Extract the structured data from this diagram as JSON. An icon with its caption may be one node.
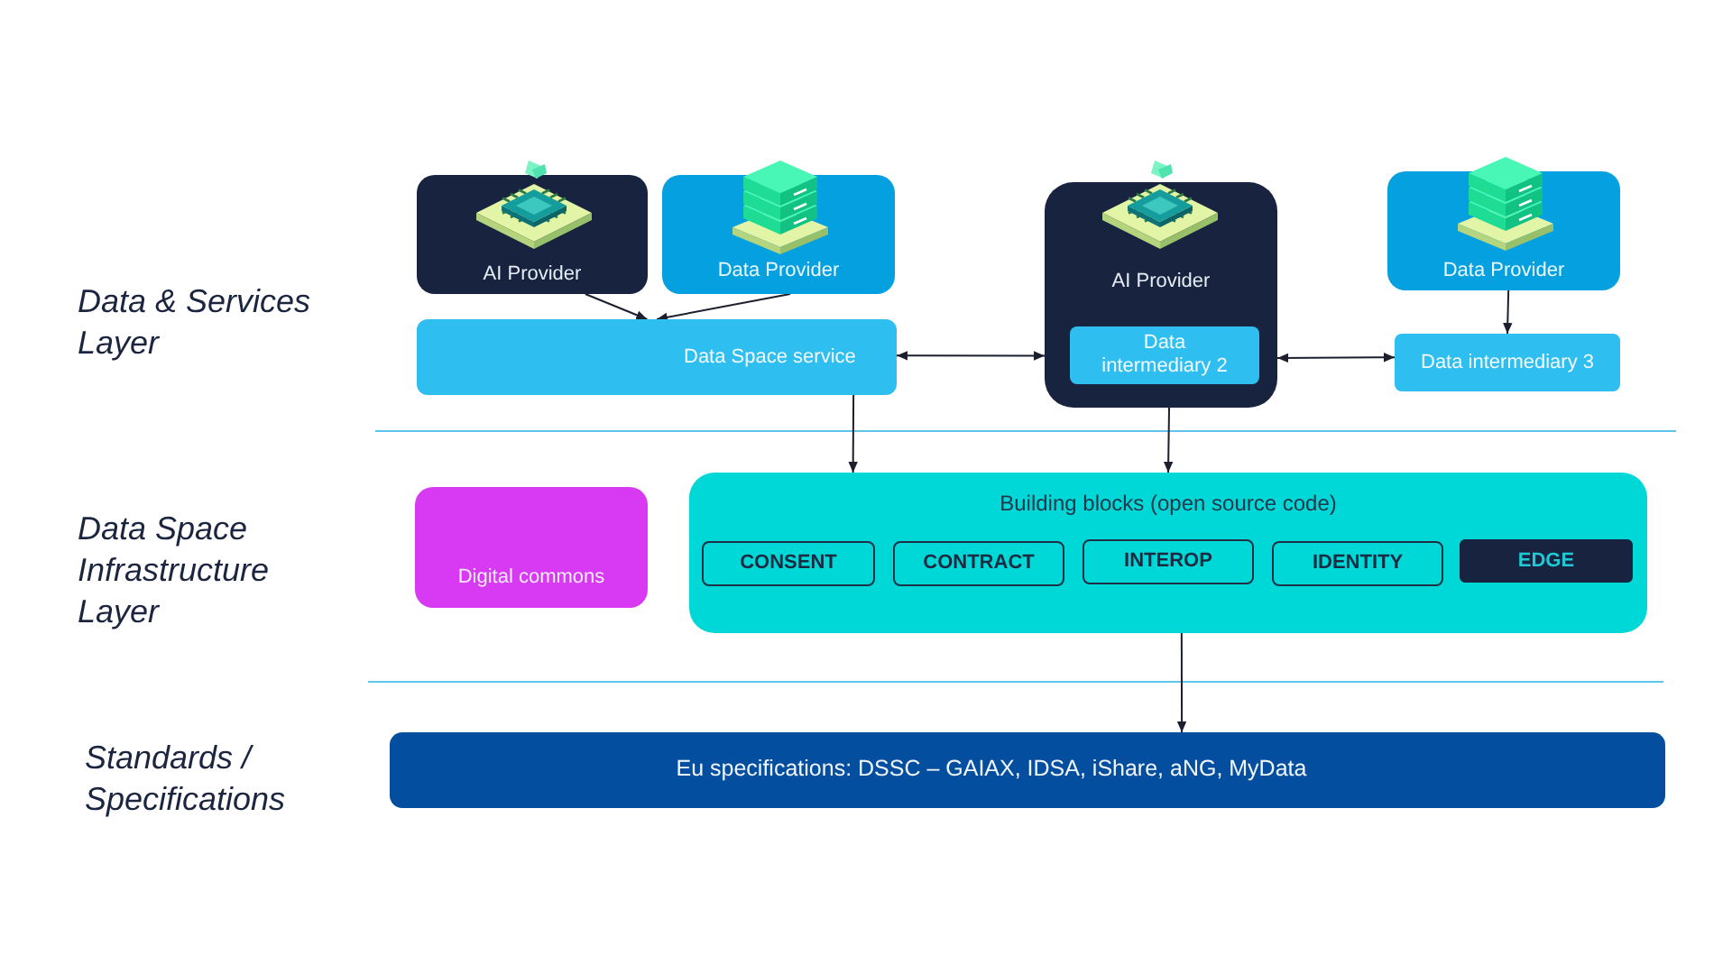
{
  "diagram": {
    "nodes": [
      {
        "text": [
          "AI Provider"
        ]
      },
      {
        "text": [
          "Data Provider"
        ]
      },
      {
        "text": [
          "Data Space service"
        ]
      },
      {
        "text": [
          "AI Provider"
        ]
      },
      {
        "text": [
          "Data intermediary 2"
        ],
        "in": 3
      },
      {
        "text": [
          "Data Provider"
        ]
      },
      {
        "text": [
          "Data intermediary 3"
        ]
      },
      {
        "text": [
          "Digital commons"
        ]
      },
      {
        "text": [
          "Building blocks (open source code)"
        ]
      },
      {
        "text": [
          "CONSENT"
        ],
        "in": 8
      },
      {
        "text": [
          "CONTRACT"
        ],
        "in": 8
      },
      {
        "text": [
          "INTEROP"
        ],
        "in": 8
      },
      {
        "text": [
          "IDENTITY"
        ],
        "in": 8
      },
      {
        "text": [
          "EDGE"
        ],
        "in": 8
      },
      {
        "text": [
          "Eu specifications: DSSC – GAIAX, IDSA, iShare, aNG, MyData"
        ]
      }
    ],
    "edges": [
      {
        "from": 0,
        "to": 2,
        "arrow": "to"
      },
      {
        "from": 1,
        "to": 2,
        "arrow": "to"
      },
      {
        "from": 2,
        "to": 3,
        "arrow": "both"
      },
      {
        "from": 3,
        "to": 6,
        "arrow": "both"
      },
      {
        "from": 5,
        "to": 6,
        "arrow": "to"
      },
      {
        "from": 2,
        "to": 8,
        "arrow": "to"
      },
      {
        "from": 3,
        "to": 8,
        "arrow": "to"
      },
      {
        "from": 8,
        "to": 14,
        "arrow": "to"
      }
    ],
    "labels": [
      "Data & Services Layer",
      "Data Space Infrastructure Layer",
      "Standards / Specifications"
    ]
  }
}
